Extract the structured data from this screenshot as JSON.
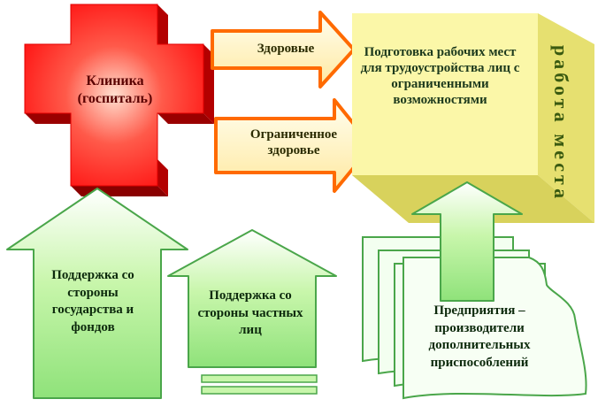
{
  "diagram": {
    "clinic": {
      "label": "Клиника (госпиталь)"
    },
    "arrow_healthy": {
      "label": "Здоровые"
    },
    "arrow_limited": {
      "label": "Ограниченное здоровье"
    },
    "cube": {
      "front_label": "Подготовка рабочих мест для трудоустройства лиц с ограниченными возможностями",
      "side_label": "работа места"
    },
    "arrow_state": {
      "label": "Поддержка со стороны государства и фондов"
    },
    "arrow_private": {
      "label": "Поддержка со стороны частных лиц"
    },
    "enterprises": {
      "label": "Предприятия – производители дополнительных приспособлений"
    }
  },
  "colors": {
    "cross_red": "#ff1a1a",
    "cross_side": "#c00000",
    "arrow_orange": "#ff6a00",
    "arrow_fill": "#fffbe0",
    "cube_front": "#fbf7a8",
    "cube_side": "#e3de6b",
    "green_fill": "#bff5a0",
    "green_stroke": "#4aa64a",
    "doc_fill": "#f3fff0"
  }
}
